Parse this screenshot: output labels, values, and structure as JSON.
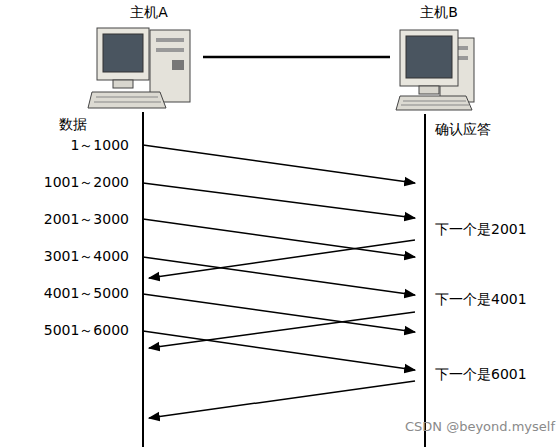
{
  "diagram": {
    "nodes": [
      {
        "text": [
          "主机A"
        ]
      },
      {
        "text": [
          "主机B"
        ]
      }
    ],
    "edges": [
      {
        "from": 0,
        "to": 1,
        "arrow": "none"
      }
    ],
    "labels": [
      "数据",
      "1～1000",
      "1001～2000",
      "2001～3000",
      "3001～4000",
      "4001～5000",
      "5001～6000",
      "确认应答",
      "下一个是2001",
      "下一个是4001",
      "下一个是6001",
      "CSDN @beyond.myself"
    ]
  }
}
